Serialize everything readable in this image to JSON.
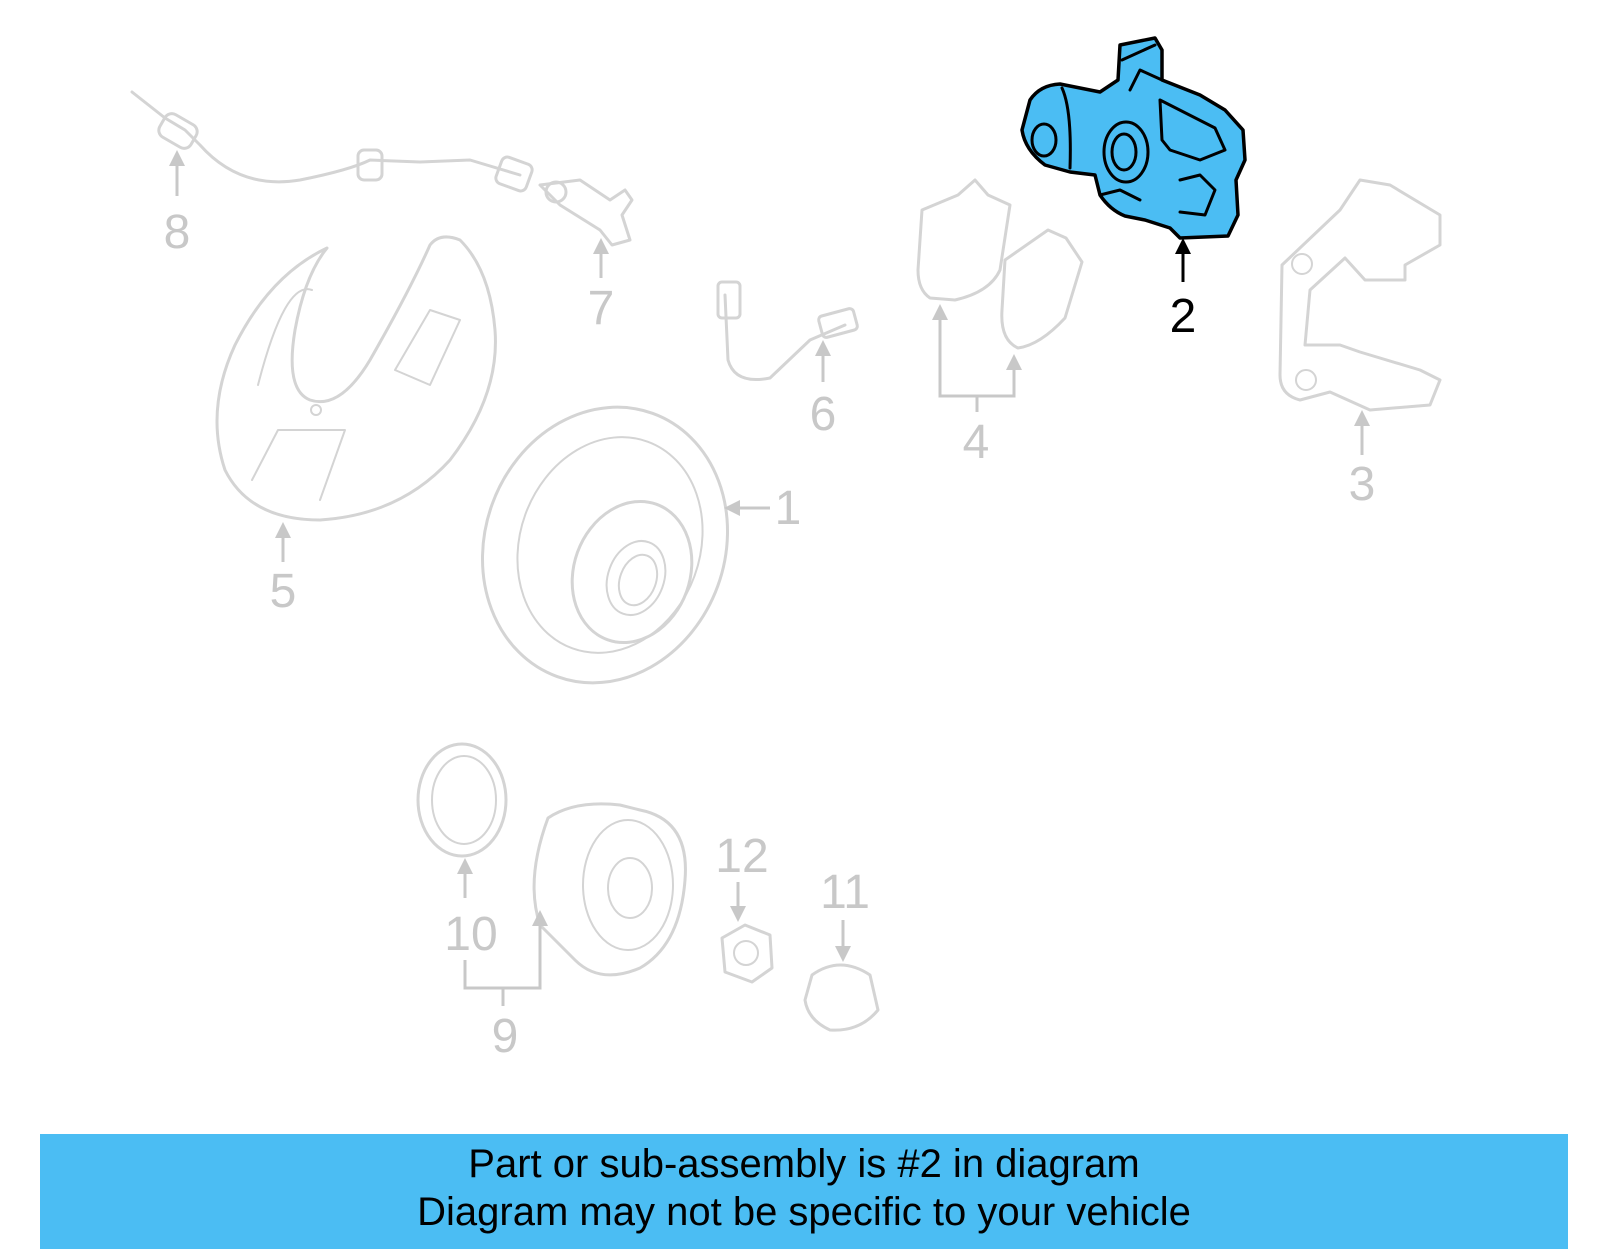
{
  "diagram": {
    "callouts": [
      "1",
      "2",
      "3",
      "4",
      "5",
      "6",
      "7",
      "8",
      "9",
      "10",
      "11",
      "12"
    ],
    "highlighted_callout": "2",
    "highlight_color": "#4bbdf3",
    "ghost_color": "#d4d4d4"
  },
  "footer": {
    "line1": "Part or sub-assembly is #2 in diagram",
    "line2": "Diagram may not be specific to your vehicle",
    "background": "#4bbdf3"
  }
}
